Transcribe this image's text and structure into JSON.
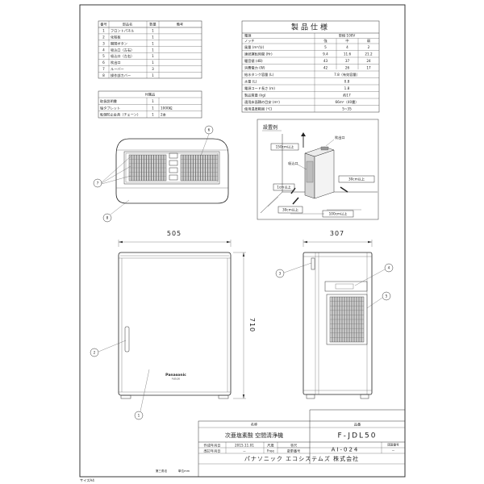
{
  "parts_table": {
    "headers": [
      "番号",
      "部品名",
      "数量",
      "備考"
    ],
    "rows": [
      [
        "1",
        "フロントパネル",
        "1",
        ""
      ],
      [
        "2",
        "化粧板",
        "1",
        ""
      ],
      [
        "3",
        "開閉ボタン",
        "1",
        ""
      ],
      [
        "4",
        "吸込口（左右）",
        "1",
        ""
      ],
      [
        "5",
        "吸込口（左右）",
        "1",
        ""
      ],
      [
        "6",
        "吹出口",
        "1",
        ""
      ],
      [
        "7",
        "ルーバー",
        "3",
        ""
      ],
      [
        "8",
        "操作部カバー",
        "1",
        ""
      ]
    ]
  },
  "accessory_table": {
    "title": "付属品",
    "rows": [
      [
        "取扱説明書",
        "1",
        ""
      ],
      [
        "塩タブレット",
        "1",
        "1000粒"
      ],
      [
        "転倒防止金具（チェーン）",
        "1",
        "2本"
      ]
    ]
  },
  "spec_table": {
    "title": "製品仕様",
    "power_label": "電源",
    "power_value": "単相 100V",
    "notch_label": "ノッチ",
    "notch_values": [
      "強",
      "中",
      "弱"
    ],
    "rows": [
      {
        "label": "風量 (m³/分)",
        "values": [
          "5",
          "4",
          "2"
        ]
      },
      {
        "label": "連続運転時間 (Hr)",
        "values": [
          "9.4",
          "11.6",
          "21.2"
        ]
      },
      {
        "label": "騒音値 (dB)",
        "values": [
          "43",
          "37",
          "24"
        ]
      },
      {
        "label": "消費電力 (W)",
        "values": [
          "42",
          "26",
          "17"
        ]
      },
      {
        "label": "給水タンク容量 (L)",
        "merged": "7.8（有効容量）"
      },
      {
        "label": "水量 (L)",
        "merged": "0.8"
      },
      {
        "label": "電源コード長さ (m)",
        "merged": "1.8"
      },
      {
        "label": "製品質量 (kg)",
        "merged": "約17"
      },
      {
        "label": "適用床面積の目安 (m²)",
        "merged": "66m²（40畳）"
      },
      {
        "label": "使用温度範囲 (℃)",
        "merged": "5~35"
      }
    ]
  },
  "install": {
    "title": "設置例",
    "outlet_label": "吹出口",
    "inlet_label": "吸込口",
    "dims": [
      "150cm以上",
      "30cm以上",
      "1cm以上",
      "30cm以上",
      "100cm以上"
    ]
  },
  "dimensions": {
    "width": "505",
    "height": "710",
    "depth": "307"
  },
  "front_brand": "Panasonic",
  "front_model_small": "F-JDL50",
  "callouts": [
    "1",
    "2",
    "3",
    "4",
    "5",
    "6",
    "7",
    "8"
  ],
  "title_block": {
    "name_label": "名称",
    "model_label": "品番",
    "name_value": "次亜塩素酸 空間清浄機",
    "model_value": "F-JDL50",
    "created_label": "作成年月日",
    "created_value": "2015.11.01",
    "scale_label": "尺度",
    "scale_value": "非尺",
    "revised_label": "改訂年月日",
    "revised_value": "－",
    "free_label": "Free",
    "revision_no_label": "変更番号",
    "drawing_no_value": "AI-024",
    "drawing_no_label": "図面番号",
    "drawing_no_right": "－",
    "company": "パナソニック エコシステムズ 株式会社",
    "projection": "第三角法",
    "unit": "単位mm"
  },
  "size_label": "サイズA4"
}
